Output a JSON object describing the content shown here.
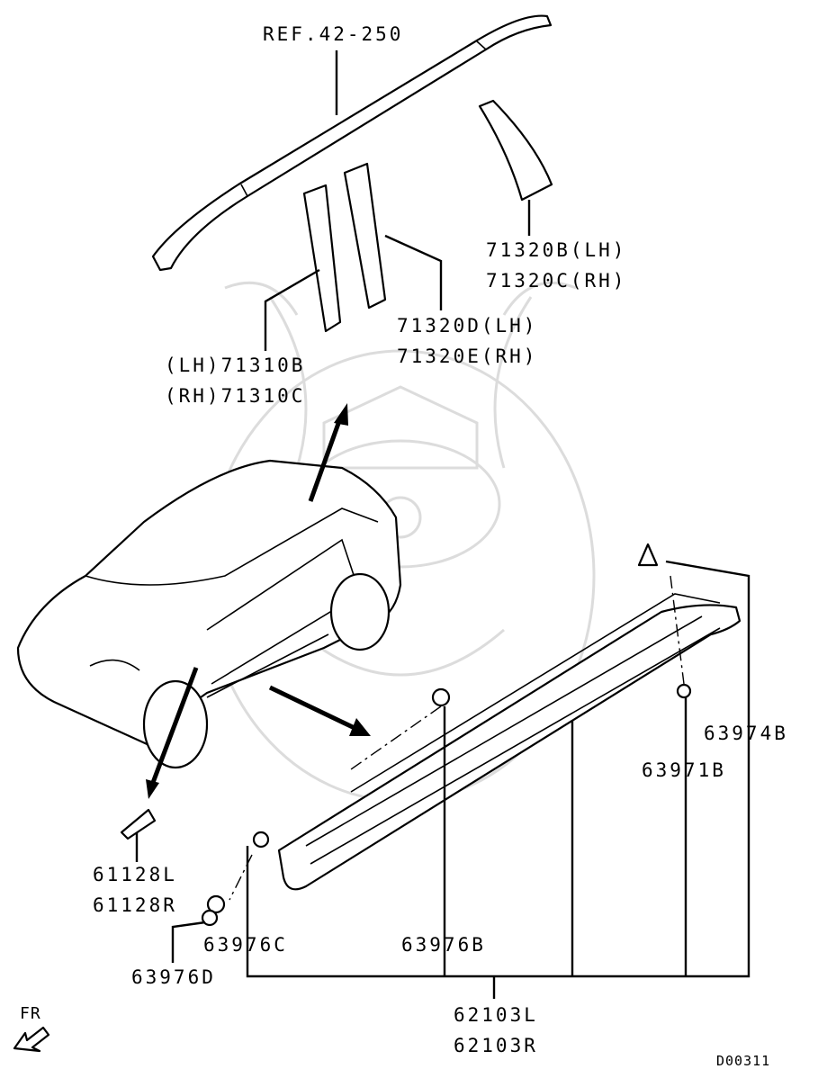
{
  "diagram": {
    "doc_code": "D00311",
    "direction": "FR",
    "labels": {
      "ref": "REF.42-250",
      "p71320B": "71320B(LH)",
      "p71320C": "71320C(RH)",
      "p71320D": "71320D(LH)",
      "p71320E": "71320E(RH)",
      "p71310B": "(LH)71310B",
      "p71310C": "(RH)71310C",
      "p61128L": "61128L",
      "p61128R": "61128R",
      "p63974B": "63974B",
      "p63971B": "63971B",
      "p63976C": "63976C",
      "p63976B": "63976B",
      "p63976D": "63976D",
      "p62103L": "62103L",
      "p62103R": "62103R"
    }
  }
}
